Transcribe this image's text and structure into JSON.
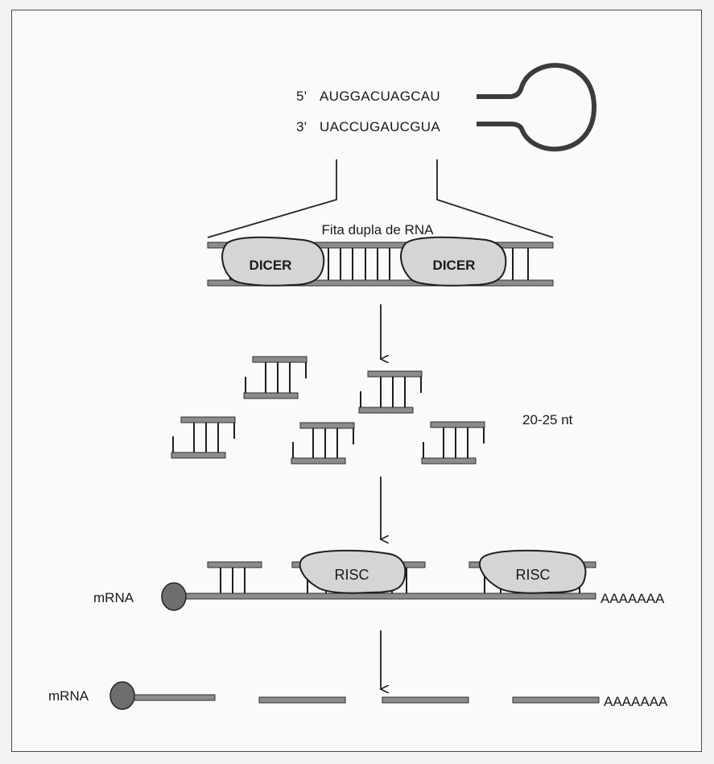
{
  "hairpin": {
    "seq5_prime": "5'",
    "seq5": "AUGGACUAGCAU",
    "seq3_prime": "3'",
    "seq3": "UACCUGAUCGUA"
  },
  "dsrna": {
    "title": "Fita dupla de RNA",
    "enzyme1": "DICER",
    "enzyme2": "DICER"
  },
  "sirna": {
    "length_label": "20-25  nt"
  },
  "risc_row": {
    "mrna_label": "mRNA",
    "complex1": "RISC",
    "complex2": "RISC",
    "polya": "AAAAAAA"
  },
  "cleaved_row": {
    "mrna_label": "mRNA",
    "polya": "AAAAAAA"
  }
}
